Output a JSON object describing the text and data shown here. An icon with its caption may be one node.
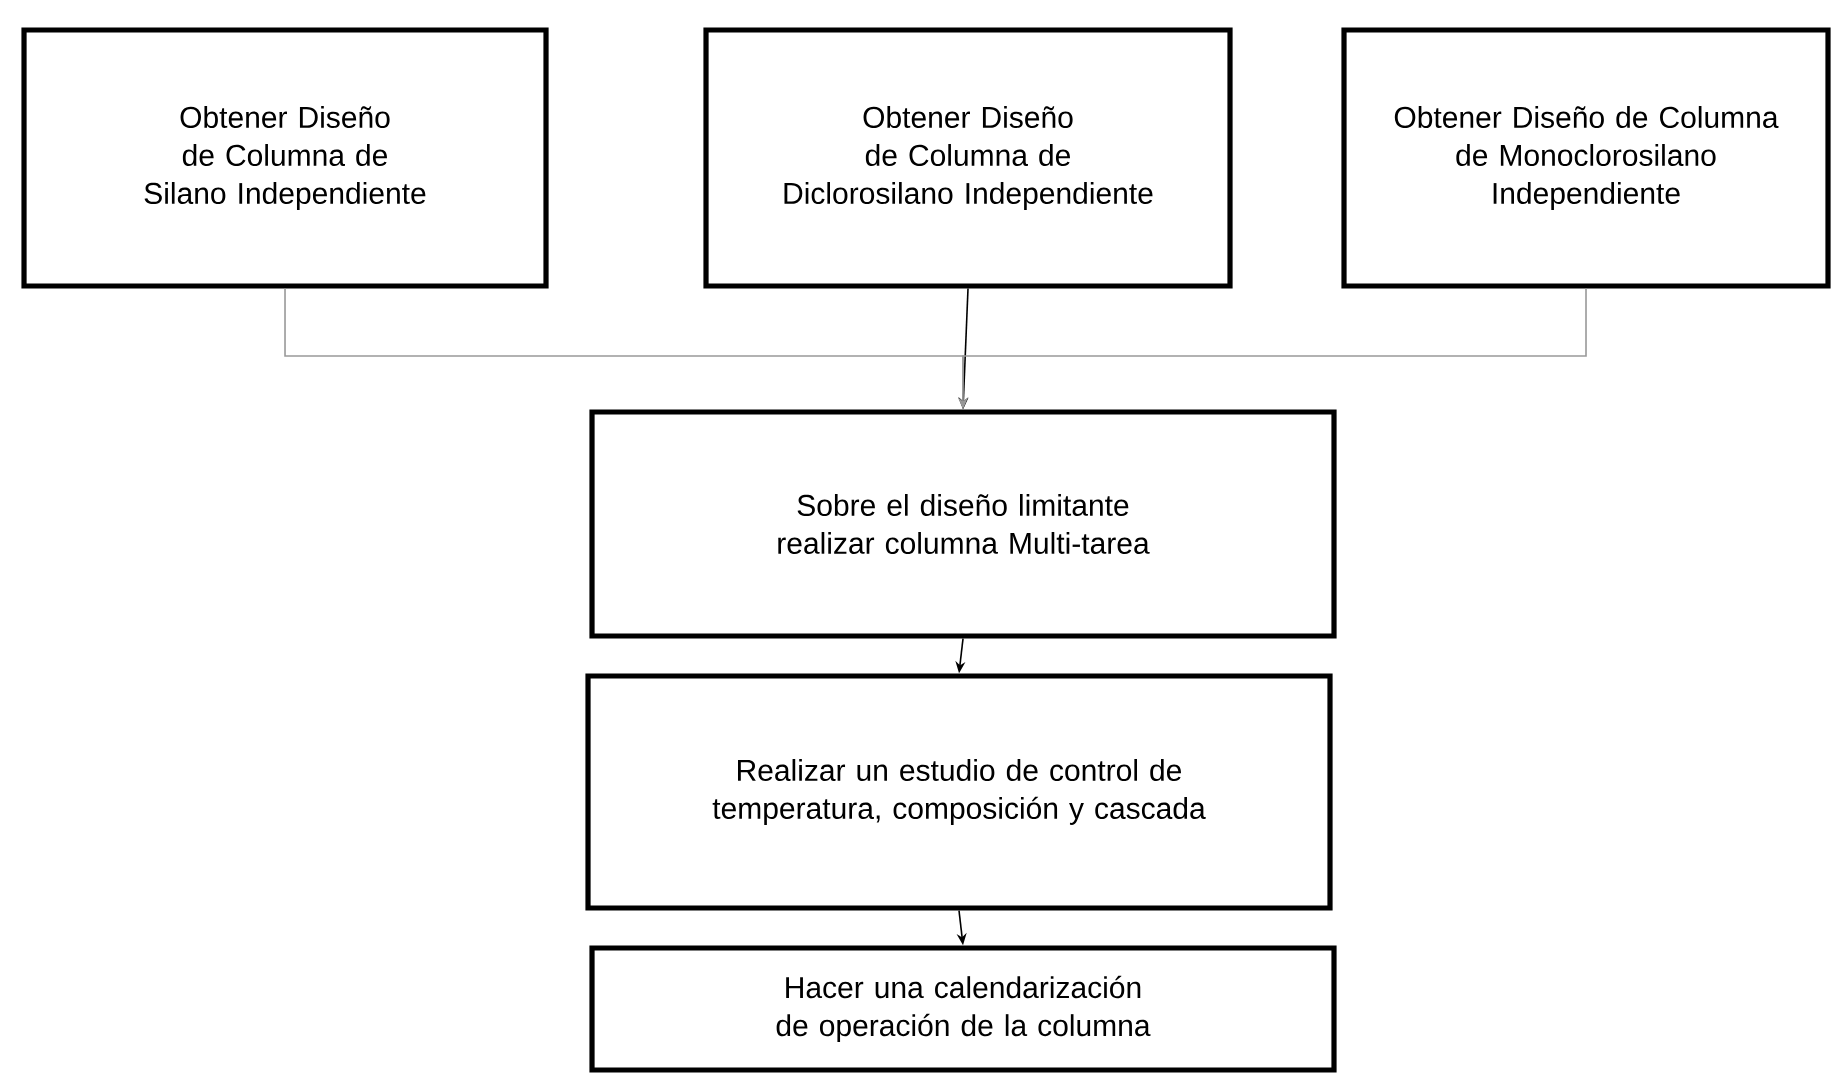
{
  "diagram": {
    "nodes": [
      {
        "text": [
          "Obtener Diseño de Columna de Silano Independiente"
        ]
      },
      {
        "text": [
          "Obtener Diseño de Columna de Diclorosilano Independiente"
        ]
      },
      {
        "text": [
          "Obtener Diseño de Columna de Monoclorosilano Independiente"
        ]
      },
      {
        "text": [
          "Sobre el diseño limitante realizar columna Multi-tarea"
        ]
      },
      {
        "text": [
          "Realizar un estudio de control de temperatura, composición y cascada"
        ]
      },
      {
        "text": [
          "Hacer una calendarización de operación de la columna"
        ]
      }
    ],
    "edges": [
      {
        "from": 0,
        "to": 3,
        "arrow": "to",
        "color": "#999999"
      },
      {
        "from": 1,
        "to": 3,
        "arrow": "to"
      },
      {
        "from": 2,
        "to": 3,
        "arrow": "to",
        "color": "#999999"
      },
      {
        "from": 3,
        "to": 4,
        "arrow": "to"
      },
      {
        "from": 4,
        "to": 5,
        "arrow": "to"
      }
    ]
  }
}
